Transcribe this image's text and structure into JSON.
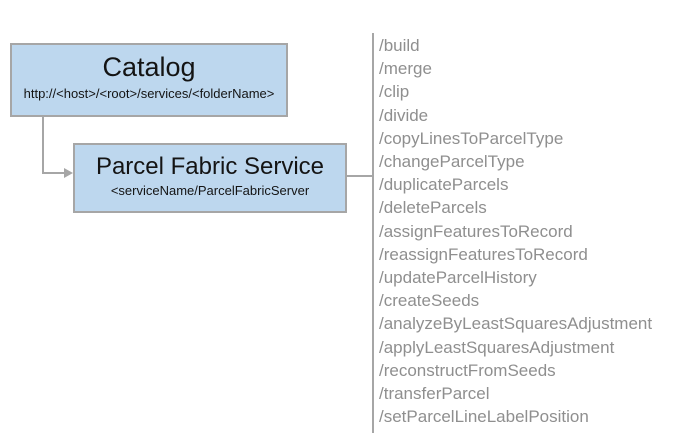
{
  "colors": {
    "background": "#ffffff",
    "box_fill": "#bdd7ee",
    "box_border": "#a6a6a6",
    "connector": "#a6a6a6",
    "title_text": "#141414",
    "endpoint_text": "#8f8f8f"
  },
  "catalog_box": {
    "title": "Catalog",
    "subtitle": "http://<host>/<root>/services/<folderName>"
  },
  "service_box": {
    "title": "Parcel Fabric Service",
    "subtitle": "<serviceName/ParcelFabricServer"
  },
  "endpoints": [
    "/build",
    "/merge",
    "/clip",
    "/divide",
    "/copyLinesToParcelType",
    "/changeParcelType",
    "/duplicateParcels",
    "/deleteParcels",
    "/assignFeaturesToRecord",
    "/reassignFeaturesToRecord",
    "/updateParcelHistory",
    "/createSeeds",
    "/analyzeByLeastSquaresAdjustment",
    "/applyLeastSquaresAdjustment",
    "/reconstructFromSeeds",
    "/transferParcel",
    "/setParcelLineLabelPosition"
  ]
}
